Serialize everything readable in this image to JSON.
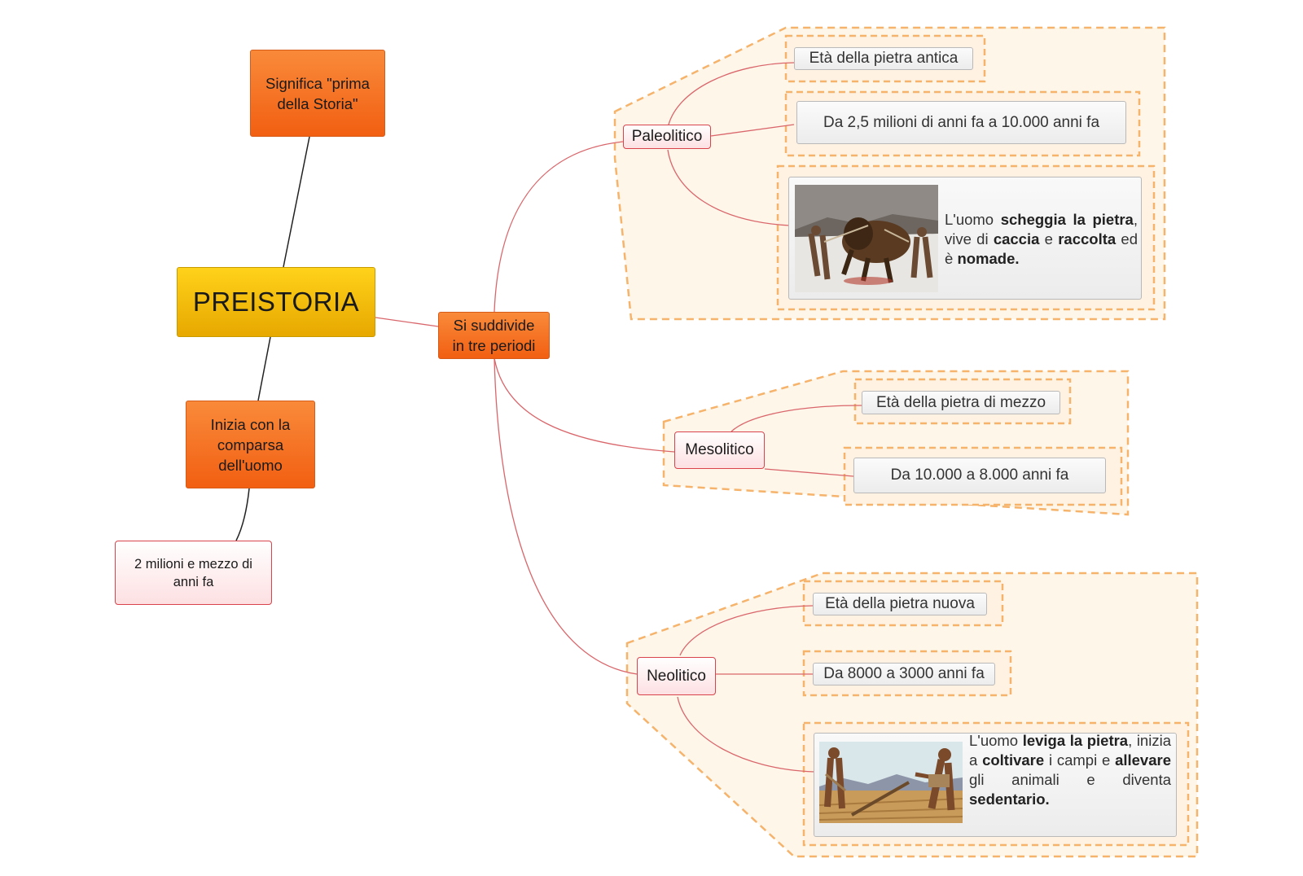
{
  "root": {
    "label": "PREISTORIA"
  },
  "meaning": {
    "label_line1": "Significa \"prima",
    "label_line2": "della Storia\""
  },
  "start": {
    "label_line1": "Inizia con la",
    "label_line2": "comparsa",
    "label_line3": "dell'uomo"
  },
  "start_date": {
    "label_line1": "2 milioni e mezzo di",
    "label_line2": "anni fa"
  },
  "divides": {
    "label_line1": "Si suddivide",
    "label_line2": "in tre periodi"
  },
  "periods": [
    {
      "name": "Paleolitico",
      "meaning": "Età della pietra antica",
      "time": "Da 2,5 milioni di anni fa a 10.000 anni fa",
      "desc": {
        "t1": "L'uomo ",
        "b1": "scheggia la pietra",
        "t2": ", vive di ",
        "b2": "caccia",
        "t3": " e ",
        "b3": "raccolta",
        "t4": " ed è ",
        "b4": "nomade."
      }
    },
    {
      "name": "Mesolitico",
      "meaning": "Età della pietra di mezzo",
      "time": "Da 10.000 a 8.000 anni fa"
    },
    {
      "name": "Neolitico",
      "meaning": "Età della pietra nuova",
      "time": "Da 8000 a 3000 anni fa",
      "desc": {
        "t1": "L'uomo ",
        "b1": "leviga la pietra",
        "t2": ", inizia a ",
        "b2": "coltivare",
        "t3": " i campi e ",
        "b3": "allevare",
        "t4": " gli animali e diventa ",
        "b4": "sedentario."
      }
    }
  ],
  "colors": {
    "orange": "#f2671a",
    "gold": "#f2b705",
    "pink_border": "#d9444c",
    "boundary": "#f5b36b"
  }
}
